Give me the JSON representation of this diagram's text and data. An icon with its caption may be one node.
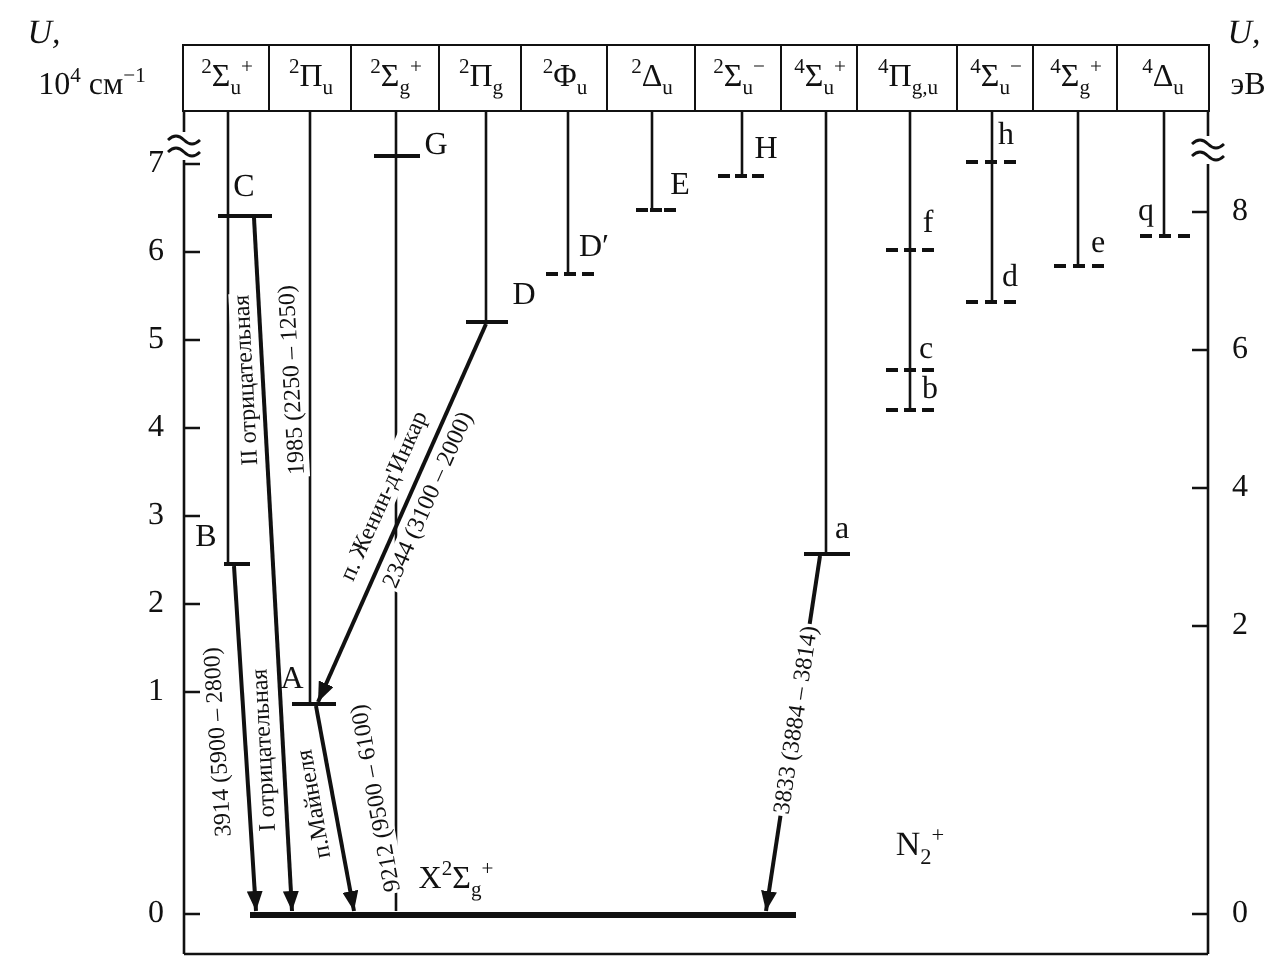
{
  "diagram": {
    "nodes": [
      {
        "text": [
          "$^{2}$Σ$_{u}$$^{+}$"
        ]
      },
      {
        "text": [
          "$^{2}$Π$_{u}$"
        ]
      },
      {
        "text": [
          "$^{2}$Σ$_{g}$$^{+}$"
        ]
      },
      {
        "text": [
          "$^{2}$Π$_{g}$"
        ]
      },
      {
        "text": [
          "$^{2}$Φ$_{u}$"
        ]
      },
      {
        "text": [
          "$^{2}$Δ$_{u}$"
        ]
      },
      {
        "text": [
          "$^{2}$Σ$_{u}$$^{−}$"
        ]
      },
      {
        "text": [
          "$^{4}$Σ$_{u}$$^{+}$"
        ]
      },
      {
        "text": [
          "$^{4}$Π$_{g,u}$"
        ]
      },
      {
        "text": [
          "$^{4}$Σ$_{u}$$^{−}$"
        ]
      },
      {
        "text": [
          "$^{4}$Σ$_{g}$$^{+}$"
        ]
      },
      {
        "text": [
          "$^{4}$Δ$_{u}$"
        ]
      },
      {
        "text": [],
        "shape": "bar",
        "beside": [
          "C"
        ]
      },
      {
        "text": [],
        "shape": "bar",
        "beside": [
          "B"
        ]
      },
      {
        "text": [],
        "shape": "bar",
        "beside": [
          "A"
        ]
      },
      {
        "text": [],
        "shape": "bar",
        "beside": [
          "G"
        ]
      },
      {
        "text": [],
        "shape": "bar",
        "beside": [
          "X$^{2}$Σ$_{g}$$^{+}$"
        ]
      },
      {
        "text": [],
        "shape": "bar",
        "beside": [
          "D"
        ]
      },
      {
        "text": [],
        "shape": "bar",
        "beside": [
          "D′"
        ]
      },
      {
        "text": [],
        "shape": "bar",
        "beside": [
          "E"
        ]
      },
      {
        "text": [],
        "shape": "bar",
        "beside": [
          "H"
        ]
      },
      {
        "text": [],
        "shape": "bar",
        "beside": [
          "a"
        ]
      },
      {
        "text": [],
        "shape": "bar",
        "beside": [
          "f"
        ]
      },
      {
        "text": [],
        "shape": "bar",
        "beside": [
          "c"
        ]
      },
      {
        "text": [],
        "shape": "bar",
        "beside": [
          "b"
        ]
      },
      {
        "text": [],
        "shape": "bar",
        "beside": [
          "h"
        ]
      },
      {
        "text": [],
        "shape": "bar",
        "beside": [
          "d"
        ]
      },
      {
        "text": [],
        "shape": "bar",
        "beside": [
          "e"
        ]
      },
      {
        "text": [],
        "shape": "bar",
        "beside": [
          "q"
        ]
      }
    ],
    "edges": [
      {
        "from": 0,
        "to": 12,
        "arrow": "none"
      },
      {
        "from": 12,
        "to": 13,
        "arrow": "none"
      },
      {
        "from": 1,
        "to": 14,
        "arrow": "none"
      },
      {
        "from": 2,
        "to": 15,
        "arrow": "none"
      },
      {
        "from": 15,
        "to": 16,
        "arrow": "none"
      },
      {
        "from": 3,
        "to": 17,
        "arrow": "none"
      },
      {
        "from": 4,
        "to": 18,
        "arrow": "none"
      },
      {
        "from": 5,
        "to": 19,
        "arrow": "none"
      },
      {
        "from": 6,
        "to": 20,
        "arrow": "none"
      },
      {
        "from": 7,
        "to": 21,
        "arrow": "none"
      },
      {
        "from": 8,
        "to": 22,
        "arrow": "none"
      },
      {
        "from": 22,
        "to": 23,
        "arrow": "none"
      },
      {
        "from": 23,
        "to": 24,
        "arrow": "none"
      },
      {
        "from": 9,
        "to": 25,
        "arrow": "none"
      },
      {
        "from": 25,
        "to": 26,
        "arrow": "none"
      },
      {
        "from": 10,
        "to": 27,
        "arrow": "none"
      },
      {
        "from": 11,
        "to": 28,
        "arrow": "none"
      },
      {
        "from": 13,
        "to": 16,
        "arrow": "to",
        "label": "3914 (5900 – 2800)"
      },
      {
        "from": 12,
        "to": 16,
        "arrow": "to",
        "label": "1985 (2250 – 1250)"
      },
      {
        "from": 14,
        "to": 16,
        "arrow": "to",
        "label": "9212 (9500 – 6100)"
      },
      {
        "from": 17,
        "to": 14,
        "arrow": "to",
        "label": "2344 (3100 – 2000)"
      },
      {
        "from": 21,
        "to": 16,
        "arrow": "to",
        "label": "3833 (3884 – 3814)"
      }
    ],
    "labels": [
      "U,",
      "10$^{4}$ см$^{−1}$",
      "U,",
      "эВ",
      "7",
      "6",
      "5",
      "4",
      "3",
      "2",
      "1",
      "0",
      "8",
      "6",
      "4",
      "2",
      "0",
      "II отрицательная",
      "I отрицательная",
      "п. Женин-д'Инкар",
      "п.Майнеля",
      "N$_{2}$$^{+}$"
    ]
  }
}
